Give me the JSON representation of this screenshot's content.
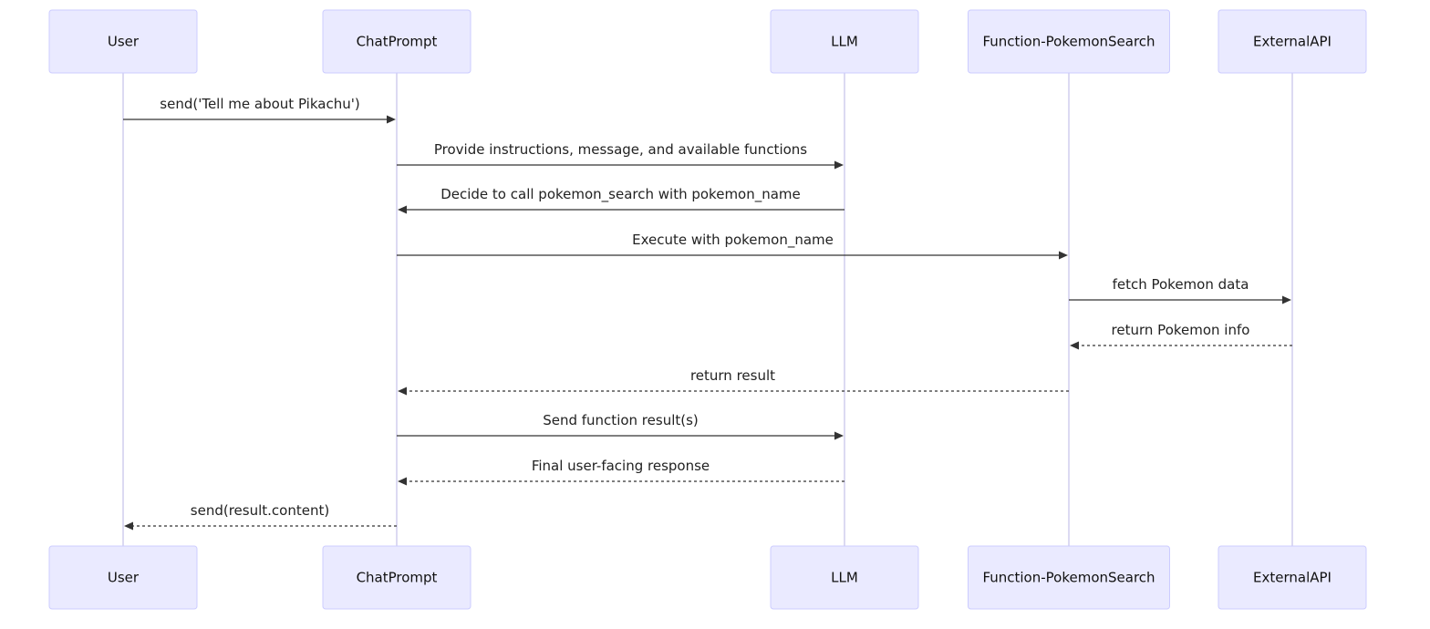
{
  "participants": [
    {
      "id": "user",
      "label": "User"
    },
    {
      "id": "chatprompt",
      "label": "ChatPrompt"
    },
    {
      "id": "llm",
      "label": "LLM"
    },
    {
      "id": "function",
      "label": "Function-PokemonSearch"
    },
    {
      "id": "externalapi",
      "label": "ExternalAPI"
    }
  ],
  "messages": [
    {
      "from": "user",
      "to": "chatprompt",
      "label": "send('Tell me about Pikachu')",
      "style": "solid"
    },
    {
      "from": "chatprompt",
      "to": "llm",
      "label": "Provide instructions, message, and available functions",
      "style": "solid"
    },
    {
      "from": "llm",
      "to": "chatprompt",
      "label": "Decide to call pokemon_search with pokemon_name",
      "style": "solid"
    },
    {
      "from": "chatprompt",
      "to": "function",
      "label": "Execute with pokemon_name",
      "style": "solid"
    },
    {
      "from": "function",
      "to": "externalapi",
      "label": "fetch Pokemon data",
      "style": "solid"
    },
    {
      "from": "externalapi",
      "to": "function",
      "label": "return Pokemon info",
      "style": "dashed"
    },
    {
      "from": "function",
      "to": "chatprompt",
      "label": "return result",
      "style": "dashed"
    },
    {
      "from": "chatprompt",
      "to": "llm",
      "label": "Send function result(s)",
      "style": "solid"
    },
    {
      "from": "llm",
      "to": "chatprompt",
      "label": "Final user-facing response",
      "style": "dashed"
    },
    {
      "from": "chatprompt",
      "to": "user",
      "label": "send(result.content)",
      "style": "dashed"
    }
  ],
  "colors": {
    "actor_fill": "#eaeaff",
    "actor_border": "#ccccff",
    "lifeline": "#d4d0ee",
    "arrow": "#333333"
  }
}
